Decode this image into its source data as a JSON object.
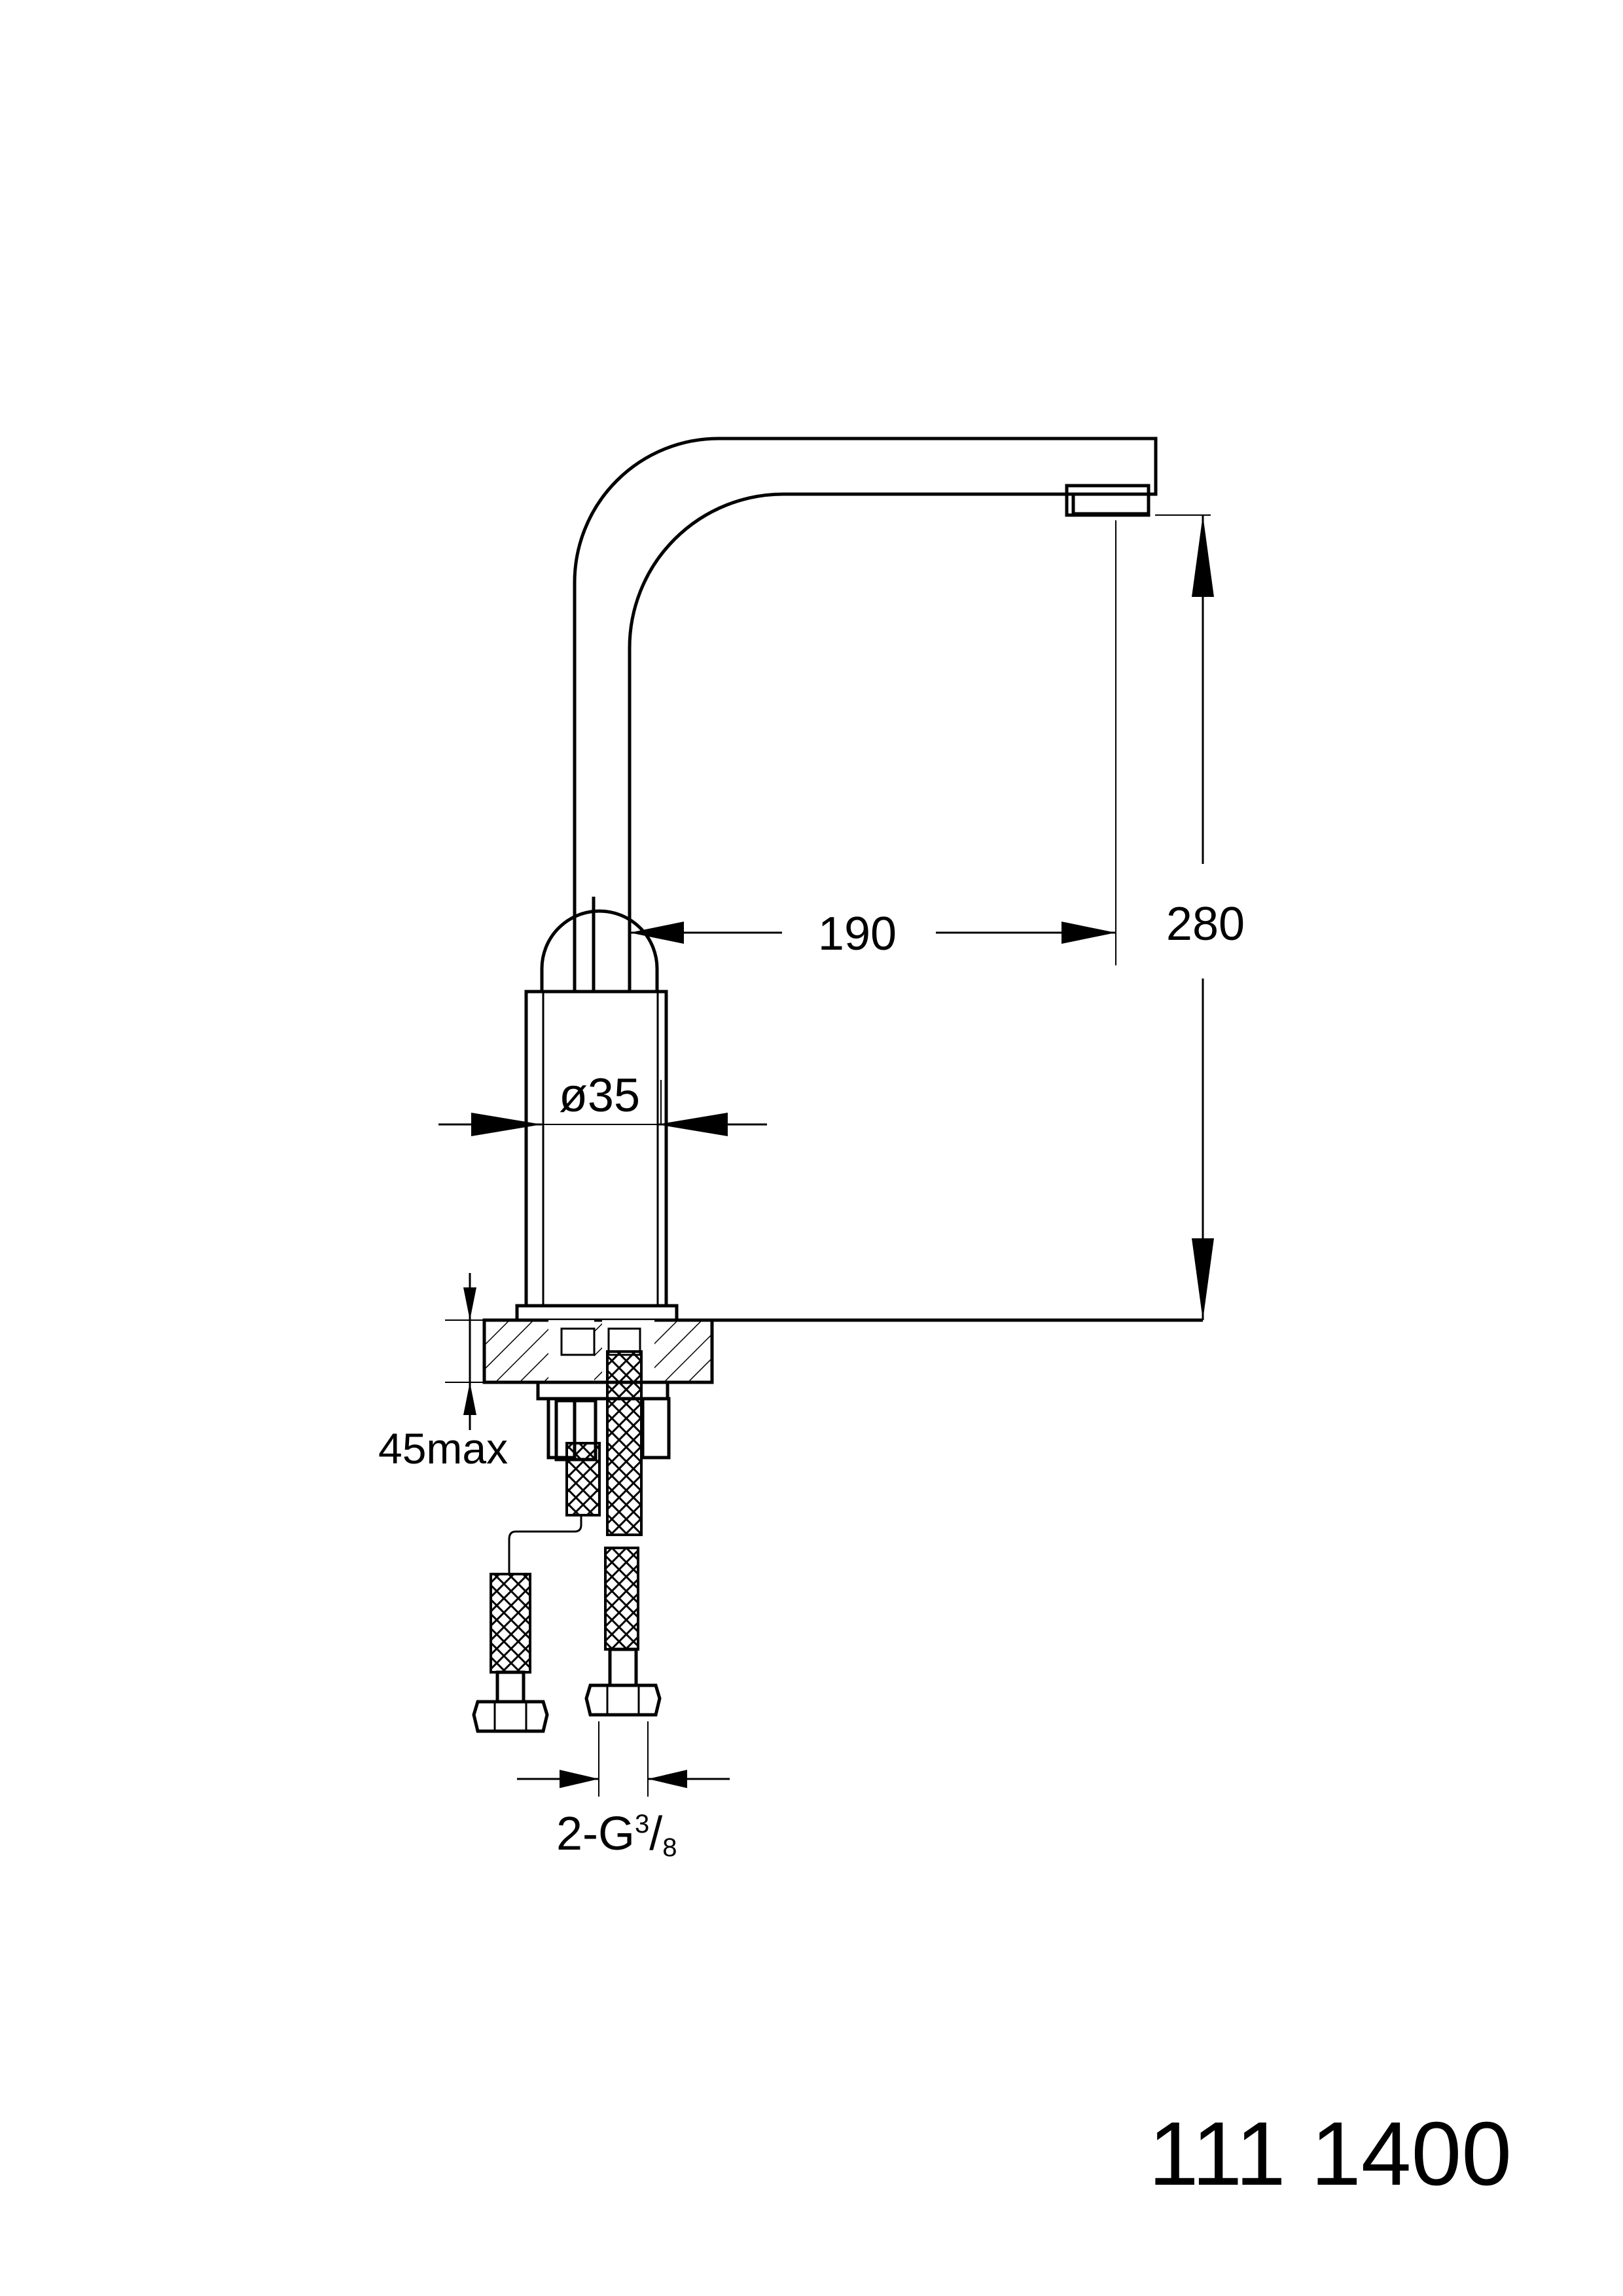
{
  "dimensions": {
    "reach": "190",
    "height": "280",
    "diameter": "ø35",
    "deck_thickness": "45max",
    "connection_prefix": "2-G",
    "connection_num": "3",
    "connection_slash": "/",
    "connection_den": "8"
  },
  "product_code": "111 1400",
  "colors": {
    "line": "#000000",
    "background": "#ffffff"
  }
}
